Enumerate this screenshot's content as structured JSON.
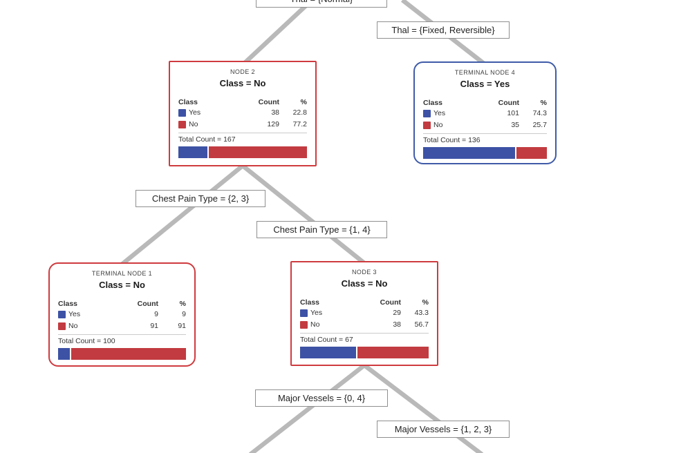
{
  "figure": {
    "type": "decision-tree",
    "target_variable_classes": [
      "Yes",
      "No"
    ]
  },
  "colors": {
    "class_yes_blue": "#3D52A5",
    "class_no_red": "#C23B40",
    "internal_node_border": "#CF3A3E",
    "terminal_yes_border": "#3F5BA8",
    "edge_gray": "#B9B9B9"
  },
  "table_headers": {
    "class": "Class",
    "count": "Count",
    "pct": "%"
  },
  "edge_labels": {
    "root": "Thal = {Normal}",
    "thal_fixed": "Thal = {Fixed, Reversible}",
    "cpt_23": "Chest Pain Type = {2, 3}",
    "cpt_14": "Chest Pain Type = {1, 4}",
    "mv_04": "Major Vessels = {0, 4}",
    "mv_123": "Major Vessels = {1, 2, 3}"
  },
  "nodes": {
    "node2": {
      "title": "NODE 2",
      "class_label": "Class = No",
      "rows": [
        {
          "label": "Yes",
          "count": "38",
          "pct": "22.8"
        },
        {
          "label": "No",
          "count": "129",
          "pct": "77.2"
        }
      ],
      "total": "Total Count = 167"
    },
    "tn4": {
      "title": "TERMINAL NODE 4",
      "class_label": "Class = Yes",
      "rows": [
        {
          "label": "Yes",
          "count": "101",
          "pct": "74.3"
        },
        {
          "label": "No",
          "count": "35",
          "pct": "25.7"
        }
      ],
      "total": "Total Count = 136"
    },
    "tn1": {
      "title": "TERMINAL NODE 1",
      "class_label": "Class = No",
      "rows": [
        {
          "label": "Yes",
          "count": "9",
          "pct": "9"
        },
        {
          "label": "No",
          "count": "91",
          "pct": "91"
        }
      ],
      "total": "Total Count = 100"
    },
    "node3": {
      "title": "NODE 3",
      "class_label": "Class = No",
      "rows": [
        {
          "label": "Yes",
          "count": "29",
          "pct": "43.3"
        },
        {
          "label": "No",
          "count": "38",
          "pct": "56.7"
        }
      ],
      "total": "Total Count = 67"
    }
  }
}
